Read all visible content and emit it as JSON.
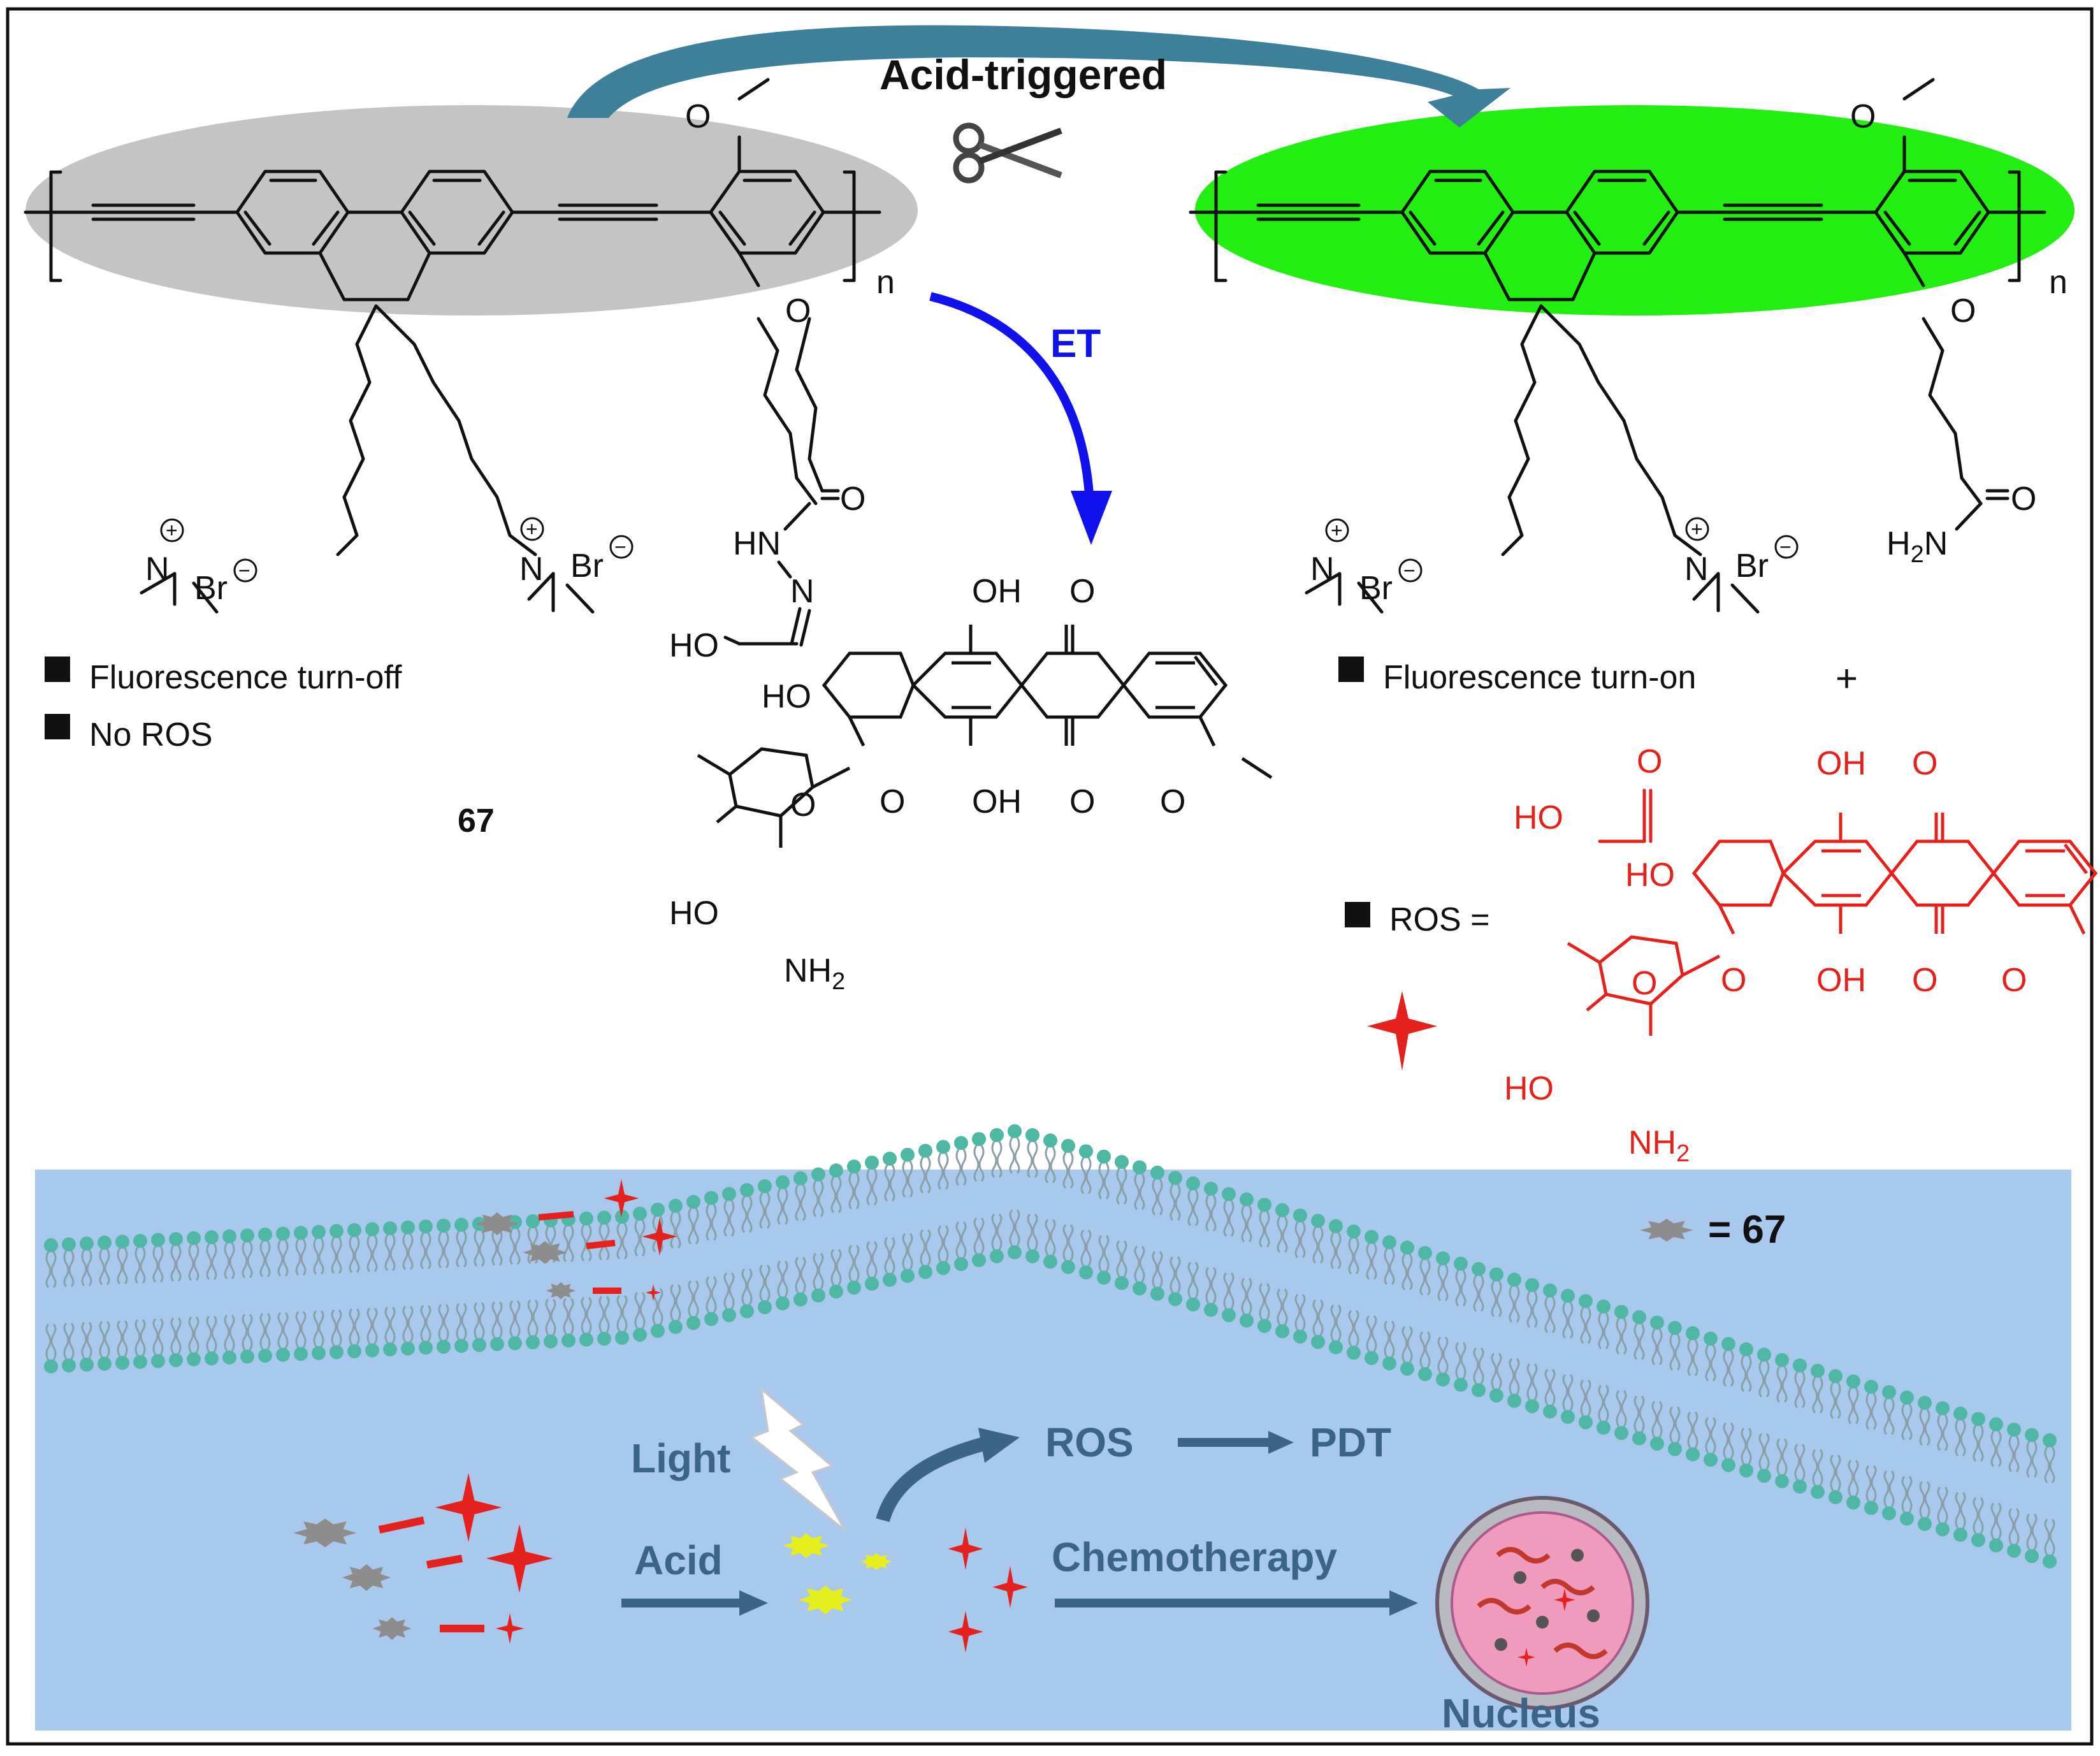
{
  "scheme": {
    "arrow_label": "Acid-triggered",
    "et_label": "ET",
    "compound_id": "67",
    "repeat_n_left": "n",
    "repeat_n_right": "n",
    "left_notes": [
      "Fluorescence turn-off",
      "No ROS"
    ],
    "right_notes": [
      "Fluorescence turn-on"
    ],
    "plus_sign": "+",
    "ros_equals": "ROS =",
    "colors": {
      "left_backbone_ellipse": "#c4c4c4",
      "right_backbone_ellipse": "#22ee11",
      "top_arrow": "#3e7f99",
      "et_arrow": "#1111ee",
      "dox": "#e5211d"
    }
  },
  "atoms": {
    "hn": "HN",
    "n": "N",
    "o": "O",
    "oh": "OH",
    "ho": "HO",
    "nh2": "NH",
    "nh2_sub": "2",
    "h2n_h": "H",
    "h2n_sub": "2",
    "h2n_n": "N",
    "n_plus": "N",
    "br": "Br",
    "plus_charge": "+",
    "minus_charge": "−"
  },
  "cell_panel": {
    "legend": "= 67",
    "light_label": "Light",
    "acid_label": "Acid",
    "ros_label": "ROS",
    "pdt_label": "PDT",
    "chemo_label": "Chemotherapy",
    "nucleus_label": "Nucleus",
    "colors": {
      "background": "#a8c9ec",
      "lipid_head": "#4fb8a4",
      "particle": "#8d8d8d",
      "ros_star": "#e5211d",
      "activated": "#e6ee1e",
      "arrow": "#3c6487"
    }
  }
}
